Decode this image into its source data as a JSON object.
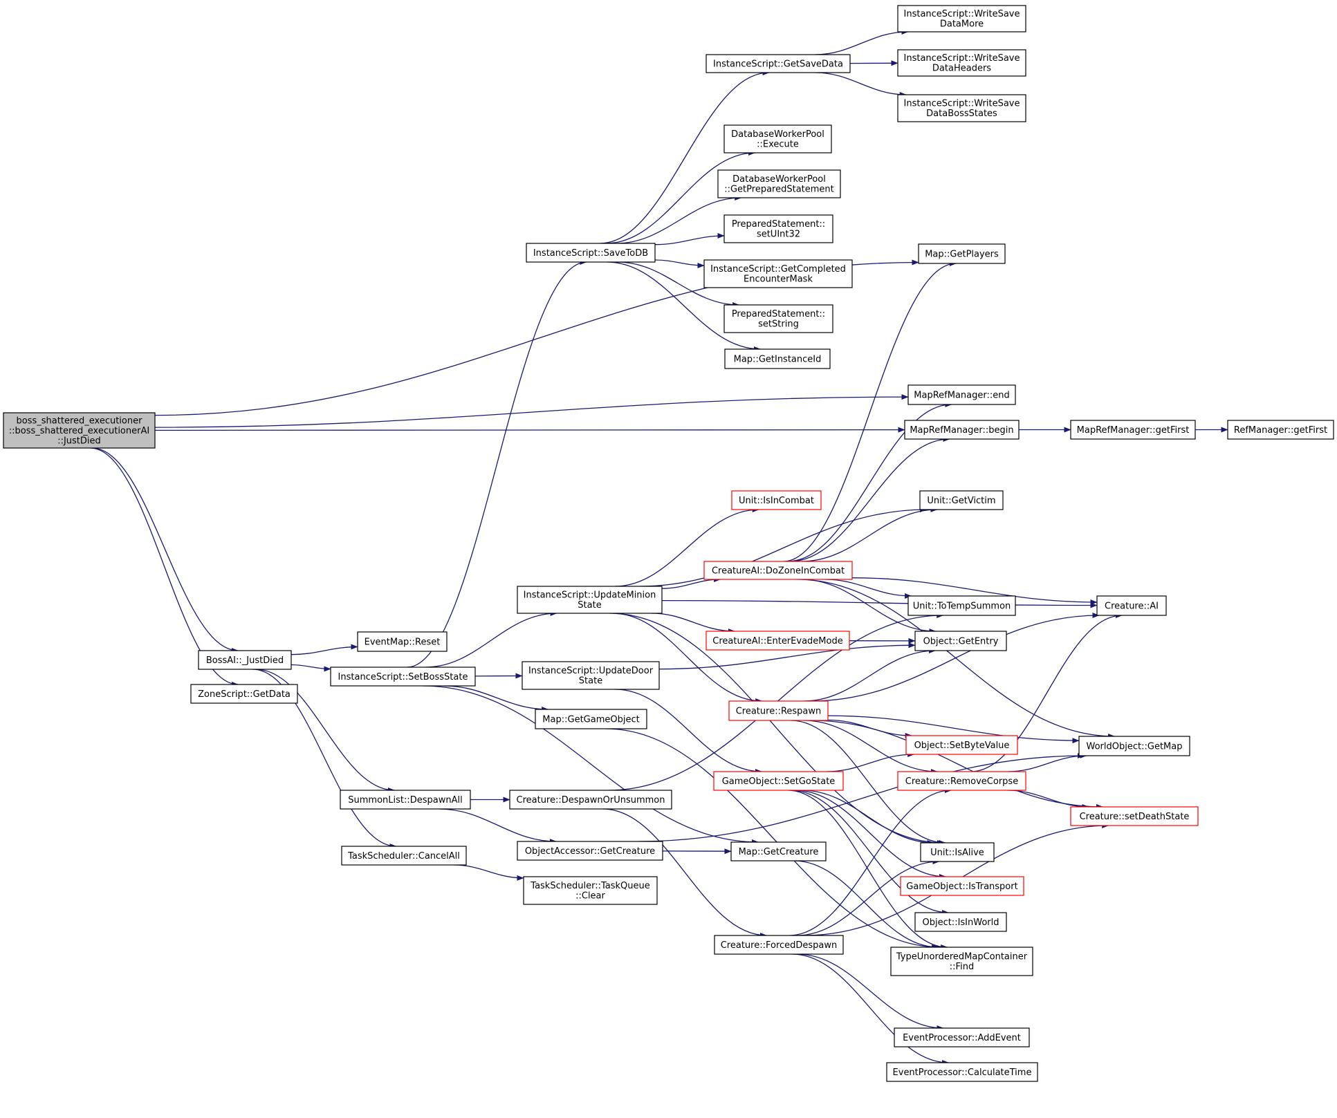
{
  "colors": {
    "edge": "#191970",
    "root_fill": "#bfbfbf",
    "incomplete_border": "#ff0000"
  },
  "nodes": [
    {
      "id": "root",
      "lines": [
        "boss_shattered_executioner",
        "::boss_shattered_executionerAI",
        "::JustDied"
      ]
    },
    {
      "id": "getSaveData",
      "lines": [
        "InstanceScript::GetSaveData"
      ]
    },
    {
      "id": "writeMore",
      "lines": [
        "InstanceScript::WriteSave",
        "DataMore"
      ]
    },
    {
      "id": "writeHeaders",
      "lines": [
        "InstanceScript::WriteSave",
        "DataHeaders"
      ]
    },
    {
      "id": "writeBoss",
      "lines": [
        "InstanceScript::WriteSave",
        "DataBossStates"
      ]
    },
    {
      "id": "dbExecute",
      "lines": [
        "DatabaseWorkerPool",
        "::Execute"
      ]
    },
    {
      "id": "dbGetPrep",
      "lines": [
        "DatabaseWorkerPool",
        "::GetPreparedStatement"
      ]
    },
    {
      "id": "psUInt32",
      "lines": [
        "PreparedStatement::",
        "setUInt32"
      ]
    },
    {
      "id": "saveToDB",
      "lines": [
        "InstanceScript::SaveToDB"
      ]
    },
    {
      "id": "getPlayers",
      "lines": [
        "Map::GetPlayers"
      ]
    },
    {
      "id": "getCompleted",
      "lines": [
        "InstanceScript::GetCompleted",
        "EncounterMask"
      ]
    },
    {
      "id": "psString",
      "lines": [
        "PreparedStatement::",
        "setString"
      ]
    },
    {
      "id": "getInstanceId",
      "lines": [
        "Map::GetInstanceId"
      ]
    },
    {
      "id": "mrmEnd",
      "lines": [
        "MapRefManager::end"
      ]
    },
    {
      "id": "mrmBegin",
      "lines": [
        "MapRefManager::begin"
      ]
    },
    {
      "id": "mrmGetFirst",
      "lines": [
        "MapRefManager::getFirst"
      ]
    },
    {
      "id": "refGetFirst",
      "lines": [
        "RefManager::getFirst"
      ]
    },
    {
      "id": "isInCombat",
      "lines": [
        "Unit::IsInCombat"
      ],
      "incomplete": true
    },
    {
      "id": "getVictim",
      "lines": [
        "Unit::GetVictim"
      ]
    },
    {
      "id": "doZone",
      "lines": [
        "CreatureAI::DoZoneInCombat"
      ],
      "incomplete": true
    },
    {
      "id": "updMinion",
      "lines": [
        "InstanceScript::UpdateMinion",
        "State"
      ]
    },
    {
      "id": "toTemp",
      "lines": [
        "Unit::ToTempSummon"
      ]
    },
    {
      "id": "creatureAI",
      "lines": [
        "Creature::AI"
      ]
    },
    {
      "id": "enterEvade",
      "lines": [
        "CreatureAI::EnterEvadeMode"
      ],
      "incomplete": true
    },
    {
      "id": "getEntry",
      "lines": [
        "Object::GetEntry"
      ]
    },
    {
      "id": "eventReset",
      "lines": [
        "EventMap::Reset"
      ]
    },
    {
      "id": "bossJustDied",
      "lines": [
        "BossAI::_JustDied"
      ]
    },
    {
      "id": "setBoss",
      "lines": [
        "InstanceScript::SetBossState"
      ]
    },
    {
      "id": "updDoor",
      "lines": [
        "InstanceScript::UpdateDoor",
        "State"
      ]
    },
    {
      "id": "zoneGetData",
      "lines": [
        "ZoneScript::GetData"
      ]
    },
    {
      "id": "respawn",
      "lines": [
        "Creature::Respawn"
      ],
      "incomplete": true
    },
    {
      "id": "getGO",
      "lines": [
        "Map::GetGameObject"
      ]
    },
    {
      "id": "setByte",
      "lines": [
        "Object::SetByteValue"
      ],
      "incomplete": true
    },
    {
      "id": "woGetMap",
      "lines": [
        "WorldObject::GetMap"
      ]
    },
    {
      "id": "setGo",
      "lines": [
        "GameObject::SetGoState"
      ],
      "incomplete": true
    },
    {
      "id": "removeCorpse",
      "lines": [
        "Creature::RemoveCorpse"
      ],
      "incomplete": true
    },
    {
      "id": "despawnAll",
      "lines": [
        "SummonList::DespawnAll"
      ]
    },
    {
      "id": "despawnOr",
      "lines": [
        "Creature::DespawnOrUnsummon"
      ]
    },
    {
      "id": "setDeath",
      "lines": [
        "Creature::setDeathState"
      ],
      "incomplete": true
    },
    {
      "id": "oaGetCreature",
      "lines": [
        "ObjectAccessor::GetCreature"
      ]
    },
    {
      "id": "mapGetCreature",
      "lines": [
        "Map::GetCreature"
      ]
    },
    {
      "id": "isAlive",
      "lines": [
        "Unit::IsAlive"
      ]
    },
    {
      "id": "cancelAll",
      "lines": [
        "TaskScheduler::CancelAll"
      ]
    },
    {
      "id": "tqClear",
      "lines": [
        "TaskScheduler::TaskQueue",
        "::Clear"
      ]
    },
    {
      "id": "isTransport",
      "lines": [
        "GameObject::IsTransport"
      ],
      "incomplete": true
    },
    {
      "id": "isInWorld",
      "lines": [
        "Object::IsInWorld"
      ]
    },
    {
      "id": "forced",
      "lines": [
        "Creature::ForcedDespawn"
      ]
    },
    {
      "id": "tumcFind",
      "lines": [
        "TypeUnorderedMapContainer",
        "::Find"
      ]
    },
    {
      "id": "addEvent",
      "lines": [
        "EventProcessor::AddEvent"
      ]
    },
    {
      "id": "calcTime",
      "lines": [
        "EventProcessor::CalculateTime"
      ]
    }
  ],
  "edges": [
    [
      "root",
      "getPlayers"
    ],
    [
      "root",
      "mrmEnd"
    ],
    [
      "root",
      "mrmBegin"
    ],
    [
      "root",
      "bossJustDied"
    ],
    [
      "root",
      "zoneGetData"
    ],
    [
      "getSaveData",
      "writeMore"
    ],
    [
      "getSaveData",
      "writeHeaders"
    ],
    [
      "getSaveData",
      "writeBoss"
    ],
    [
      "saveToDB",
      "getSaveData"
    ],
    [
      "saveToDB",
      "dbExecute"
    ],
    [
      "saveToDB",
      "dbGetPrep"
    ],
    [
      "saveToDB",
      "psUInt32"
    ],
    [
      "saveToDB",
      "getCompleted"
    ],
    [
      "saveToDB",
      "psString"
    ],
    [
      "saveToDB",
      "getInstanceId"
    ],
    [
      "mrmBegin",
      "mrmGetFirst"
    ],
    [
      "mrmGetFirst",
      "refGetFirst"
    ],
    [
      "bossJustDied",
      "eventReset"
    ],
    [
      "bossJustDied",
      "setBoss"
    ],
    [
      "bossJustDied",
      "despawnAll"
    ],
    [
      "bossJustDied",
      "cancelAll"
    ],
    [
      "setBoss",
      "saveToDB"
    ],
    [
      "setBoss",
      "updMinion"
    ],
    [
      "setBoss",
      "updDoor"
    ],
    [
      "setBoss",
      "getGO"
    ],
    [
      "setBoss",
      "mapGetCreature"
    ],
    [
      "updMinion",
      "isInCombat"
    ],
    [
      "updMinion",
      "getVictim"
    ],
    [
      "updMinion",
      "doZone"
    ],
    [
      "updMinion",
      "enterEvade"
    ],
    [
      "updMinion",
      "respawn"
    ],
    [
      "updMinion",
      "creatureAI"
    ],
    [
      "updMinion",
      "isAlive"
    ],
    [
      "doZone",
      "getPlayers"
    ],
    [
      "doZone",
      "mrmEnd"
    ],
    [
      "doZone",
      "mrmBegin"
    ],
    [
      "doZone",
      "getVictim"
    ],
    [
      "doZone",
      "toTemp"
    ],
    [
      "doZone",
      "creatureAI"
    ],
    [
      "doZone",
      "getEntry"
    ],
    [
      "doZone",
      "woGetMap"
    ],
    [
      "enterEvade",
      "getEntry"
    ],
    [
      "updDoor",
      "getEntry"
    ],
    [
      "updDoor",
      "setGo"
    ],
    [
      "respawn",
      "getEntry"
    ],
    [
      "respawn",
      "creatureAI"
    ],
    [
      "respawn",
      "setByte"
    ],
    [
      "respawn",
      "woGetMap"
    ],
    [
      "respawn",
      "removeCorpse"
    ],
    [
      "respawn",
      "setDeath"
    ],
    [
      "respawn",
      "isAlive"
    ],
    [
      "getGO",
      "tumcFind"
    ],
    [
      "setGo",
      "setByte"
    ],
    [
      "setGo",
      "isTransport"
    ],
    [
      "setGo",
      "isInWorld"
    ],
    [
      "setGo",
      "isAlive"
    ],
    [
      "setGo",
      "tumcFind"
    ],
    [
      "removeCorpse",
      "woGetMap"
    ],
    [
      "removeCorpse",
      "creatureAI"
    ],
    [
      "removeCorpse",
      "setDeath"
    ],
    [
      "despawnAll",
      "despawnOr"
    ],
    [
      "despawnAll",
      "oaGetCreature"
    ],
    [
      "despawnOr",
      "toTemp"
    ],
    [
      "despawnOr",
      "forced"
    ],
    [
      "oaGetCreature",
      "mapGetCreature"
    ],
    [
      "oaGetCreature",
      "woGetMap"
    ],
    [
      "mapGetCreature",
      "tumcFind"
    ],
    [
      "cancelAll",
      "tqClear"
    ],
    [
      "forced",
      "removeCorpse"
    ],
    [
      "forced",
      "isAlive"
    ],
    [
      "forced",
      "setDeath"
    ],
    [
      "forced",
      "addEvent"
    ],
    [
      "forced",
      "calcTime"
    ]
  ]
}
